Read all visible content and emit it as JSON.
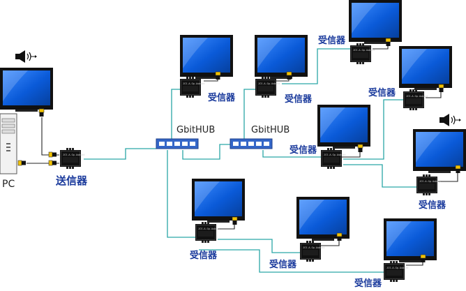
{
  "labels": {
    "pc": "PC",
    "transmitter": "送信器",
    "receiver": "受信器",
    "hub": "GbitHUB",
    "device_text": "JCS.A.Gp.Aubcat"
  },
  "icons": [
    "speaker-icon",
    "monitor-icon",
    "pc-tower-icon",
    "hub-icon",
    "extender-box-icon",
    "hdmi-plug-icon"
  ],
  "colors": {
    "network_cable": "#2aa6a6",
    "video_cable": "#222222",
    "screen": "#0a5ad8",
    "hub": "#3466c8",
    "label": "#1a3a9c",
    "plug": "#f2c200"
  }
}
